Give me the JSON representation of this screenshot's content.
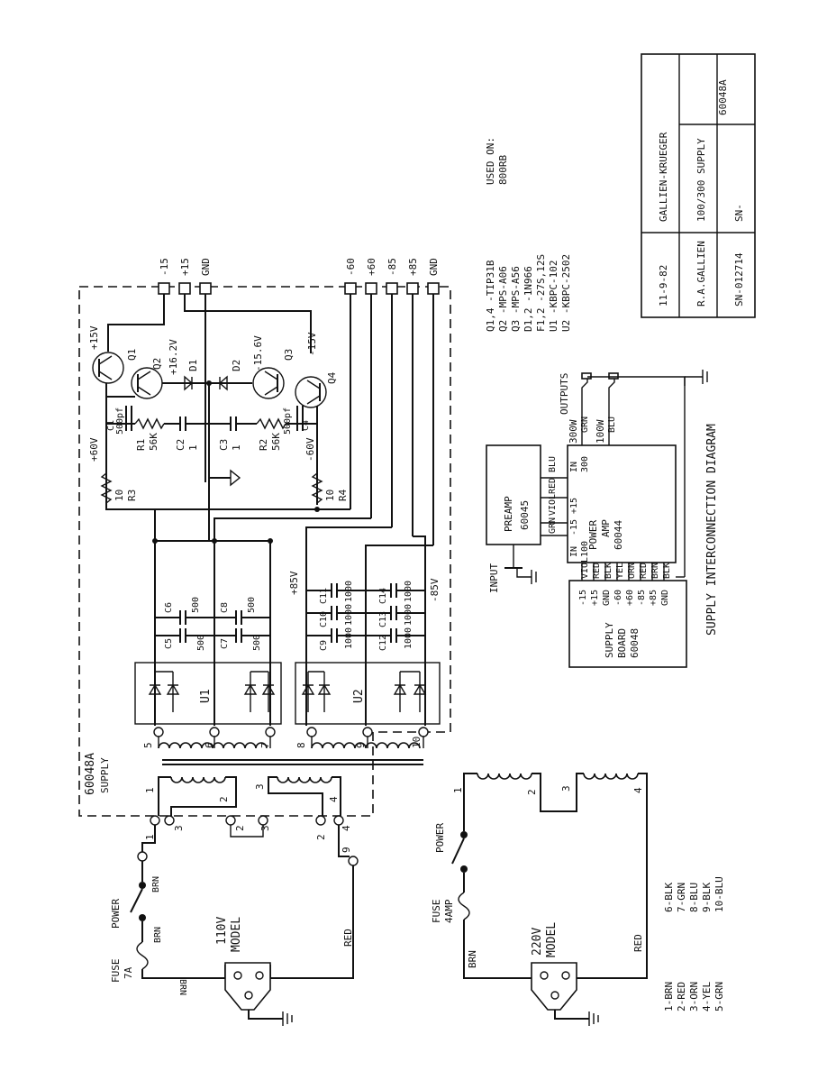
{
  "title_block": {
    "date": "11-9-82",
    "company": "GALLIEN-KRUEGER",
    "drawn_by": "R.A.GALLIEN",
    "description": "100/300 SUPPLY",
    "serial": "SN-012714",
    "sn_label": "SN-",
    "drawing_number": "60048A"
  },
  "used_on": {
    "label": "USED ON:",
    "value": "800RB"
  },
  "parts_list": [
    "Q1,4  -TIP31B",
    "Q2    -MPS-A06",
    "Q3    -MPS-A56",
    "D1,2  -1N966",
    "F1,2  -27S,12S",
    "U1    -KBPC-102",
    "U2    -KBPC-2502"
  ],
  "supply_block": {
    "name": "60048A",
    "subtitle": "SUPPLY"
  },
  "terminals_top": [
    "-15",
    "+15",
    "GND"
  ],
  "terminals_right": [
    "-60",
    "+60",
    "-85",
    "+85",
    "GND"
  ],
  "regulator": {
    "q1": "Q1",
    "q2": "Q2",
    "q3": "Q3",
    "q4": "Q4",
    "v_p15": "+15V",
    "v_p162": "+16.2V",
    "v_m156": "-15.6V",
    "v_m15": "-15V",
    "d1": "D1",
    "d2": "D2",
    "c1": "C1",
    "c1v": "500pf",
    "c4": "C4",
    "c4v": "500pf",
    "r1": "R1",
    "r1v": "56K",
    "r2": "R2",
    "r2v": "56K",
    "c2": "C2",
    "c2v": "1",
    "c3": "C3",
    "c3v": "1",
    "v_p60": "+60V",
    "v_m60": "-60V",
    "r3": "R3",
    "r3v": "10",
    "r4": "R4",
    "r4v": "10"
  },
  "filter": {
    "c5": "C5",
    "c6": "C6",
    "c7": "C7",
    "c8": "C8",
    "v500": "500",
    "c9": "C9",
    "c10": "C10",
    "c11": "C11",
    "c12": "C12",
    "c13": "C13",
    "c14": "C14",
    "v1000": "1000",
    "p85": "+85V",
    "m85": "-85V",
    "u1": "U1",
    "u2": "U2"
  },
  "transformer_pins": [
    "1",
    "2",
    "3",
    "4",
    "5",
    "6",
    "7",
    "8",
    "9",
    "10"
  ],
  "model_110": {
    "fuse": "FUSE",
    "fuse_rating": "7A",
    "power": "POWER",
    "model": "110V",
    "model_word": "MODEL",
    "brn": "BRN",
    "red": "RED"
  },
  "model_220": {
    "fuse": "FUSE",
    "fuse_rating": "4AMP",
    "power": "POWER",
    "model": "220V",
    "model_word": "MODEL",
    "brn": "BRN",
    "red": "RED"
  },
  "wire_colors": {
    "col1": [
      "1-BRN",
      "2-RED",
      "3-ORN",
      "4-YEL",
      "5-GRN"
    ],
    "col2": [
      "6-BLK",
      "7-GRN",
      "8-BLU",
      "9-BLK",
      "10-BLU"
    ]
  },
  "interconnect": {
    "title": "SUPPLY INTERCONNECTION DIAGRAM",
    "input": "INPUT",
    "outputs": "OUTPUTS",
    "preamp": "PREAMP",
    "preamp_no": "60045",
    "power_amp": "POWER",
    "amp_word": "AMP",
    "amp_no": "60044",
    "amp_pins": [
      "IN",
      "100",
      "-15",
      "+15",
      "IN",
      "300"
    ],
    "preamp_wires": [
      "GRN",
      "VIOL",
      "RED",
      "BLU"
    ],
    "out300": "300W",
    "out300c": "GRN",
    "out100": "100W",
    "out100c": "BLU",
    "supply": "SUPPLY",
    "board": "BOARD",
    "board_no": "60048",
    "supply_terms": [
      "-15",
      "+15",
      "GND",
      "-60",
      "+60",
      "-85",
      "+85",
      "GND"
    ],
    "supply_wires": [
      "VIOL",
      "RED",
      "BLK",
      "YEL",
      "ORN",
      "RED",
      "BRN",
      "BLK"
    ]
  }
}
